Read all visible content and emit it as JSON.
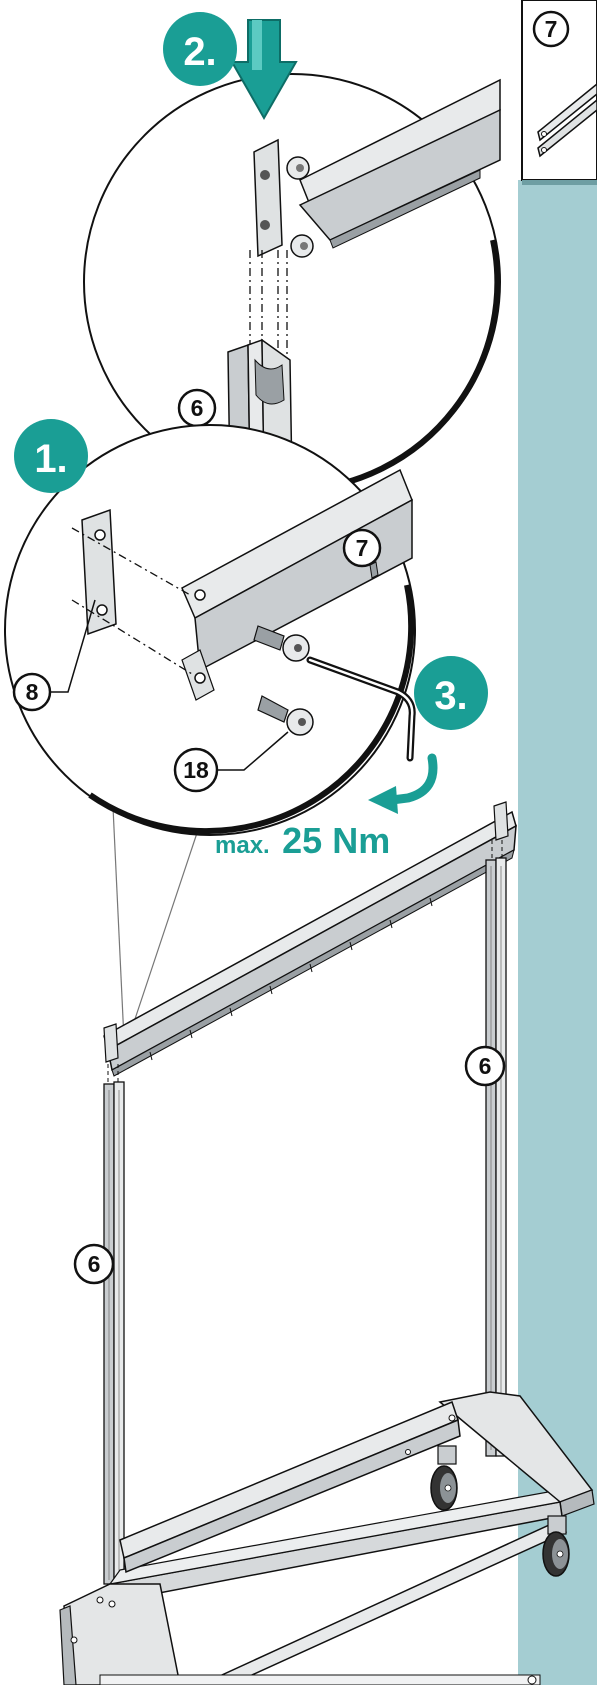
{
  "colors": {
    "accent": "#1a9e95",
    "side_panel": "#a4cdd2",
    "outline": "#111111",
    "metal_light": "#e8eaeb",
    "metal_mid": "#c9cdd0",
    "metal_dark": "#9aa0a4"
  },
  "steps": [
    {
      "label": "1.",
      "icon": "step-badge"
    },
    {
      "label": "2.",
      "icon": "step-badge"
    },
    {
      "label": "3.",
      "icon": "step-badge"
    }
  ],
  "callouts": {
    "side_panel_part": "7",
    "top_detail_post": "6",
    "mid_detail_rail": "7",
    "mid_detail_plate": "8",
    "mid_detail_screw": "18",
    "right_post": "6",
    "left_post": "6"
  },
  "torque": {
    "prefix": "max.",
    "value": "25 Nm"
  },
  "icons": {
    "push_arrow": "down-arrow-icon",
    "rotate_arrow": "rotate-arrow-icon",
    "allen_key": "allen-key-icon"
  }
}
